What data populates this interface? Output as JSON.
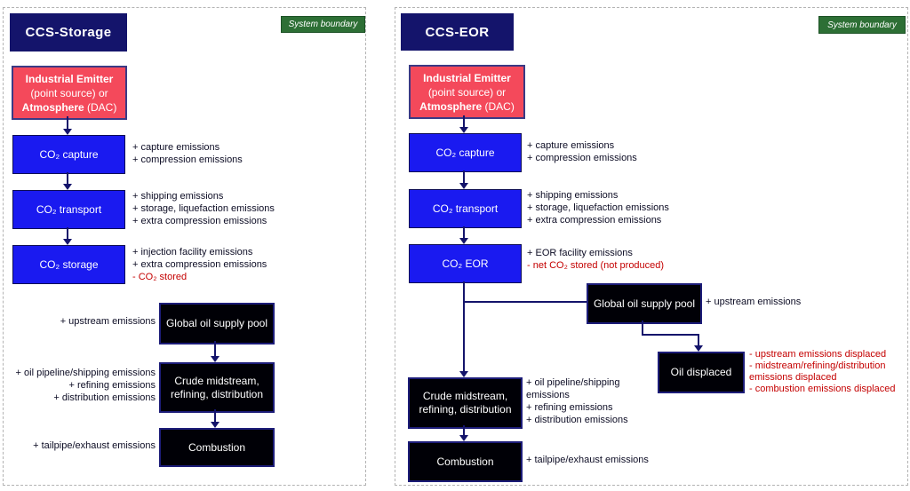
{
  "palette": {
    "navy": "#14146b",
    "bright_blue": "#1a1af0",
    "red_box_fill": "#f4495b",
    "dark_green": "#2d6f35",
    "black_box_fill": "#000006",
    "red_text": "#c40000",
    "note_text": "#0c0c24"
  },
  "left": {
    "title": "CCS-Storage",
    "boundary_label": "System boundary",
    "emitter": {
      "bold1": "Industrial Emitter",
      "reg1": "(point source) or",
      "bold2": "Atmosphere",
      "reg2": "(DAC)"
    },
    "steps": [
      {
        "label": "CO₂ capture",
        "notes": [
          "+ capture emissions",
          "+ compression emissions"
        ]
      },
      {
        "label": "CO₂ transport",
        "notes": [
          "+ shipping emissions",
          "+ storage, liquefaction emissions",
          "+ extra compression emissions"
        ]
      },
      {
        "label": "CO₂ storage",
        "notes": [
          "+ injection facility emissions",
          "+ extra compression emissions"
        ],
        "red_note": "-  CO₂ stored"
      }
    ],
    "pool": {
      "label": "Global oil supply pool",
      "note": "+ upstream emissions"
    },
    "crude": {
      "label": "Crude midstream, refining, distribution",
      "notes": [
        "+ oil pipeline/shipping  emissions",
        "+ refining emissions",
        "+ distribution emissions"
      ]
    },
    "combustion": {
      "label": "Combustion",
      "note": "+ tailpipe/exhaust emissions"
    }
  },
  "right": {
    "title": "CCS-EOR",
    "boundary_label": "System boundary",
    "emitter": {
      "bold1": "Industrial Emitter",
      "reg1": "(point source) or",
      "bold2": "Atmosphere",
      "reg2": "(DAC)"
    },
    "steps": [
      {
        "label": "CO₂ capture",
        "notes": [
          "+ capture emissions",
          "+ compression emissions"
        ]
      },
      {
        "label": "CO₂ transport",
        "notes": [
          "+ shipping emissions",
          "+ storage, liquefaction emissions",
          "+ extra compression emissions"
        ]
      },
      {
        "label": "CO₂ EOR",
        "notes": [
          "+ EOR facility emissions"
        ],
        "red_note": "- net CO₂ stored (not produced)"
      }
    ],
    "pool": {
      "label": "Global oil supply pool",
      "note": "+ upstream emissions"
    },
    "oil_displaced": {
      "label": "Oil displaced",
      "red_notes": [
        "- upstream emissions displaced",
        "- midstream/refining/distribution",
        "emissions displaced",
        "- combustion emissions displaced"
      ]
    },
    "crude": {
      "label": "Crude midstream, refining, distribution",
      "notes": [
        "+ oil pipeline/shipping emissions",
        "+ refining emissions",
        "+ distribution emissions"
      ]
    },
    "combustion": {
      "label": "Combustion",
      "note": "+ tailpipe/exhaust emissions"
    }
  }
}
